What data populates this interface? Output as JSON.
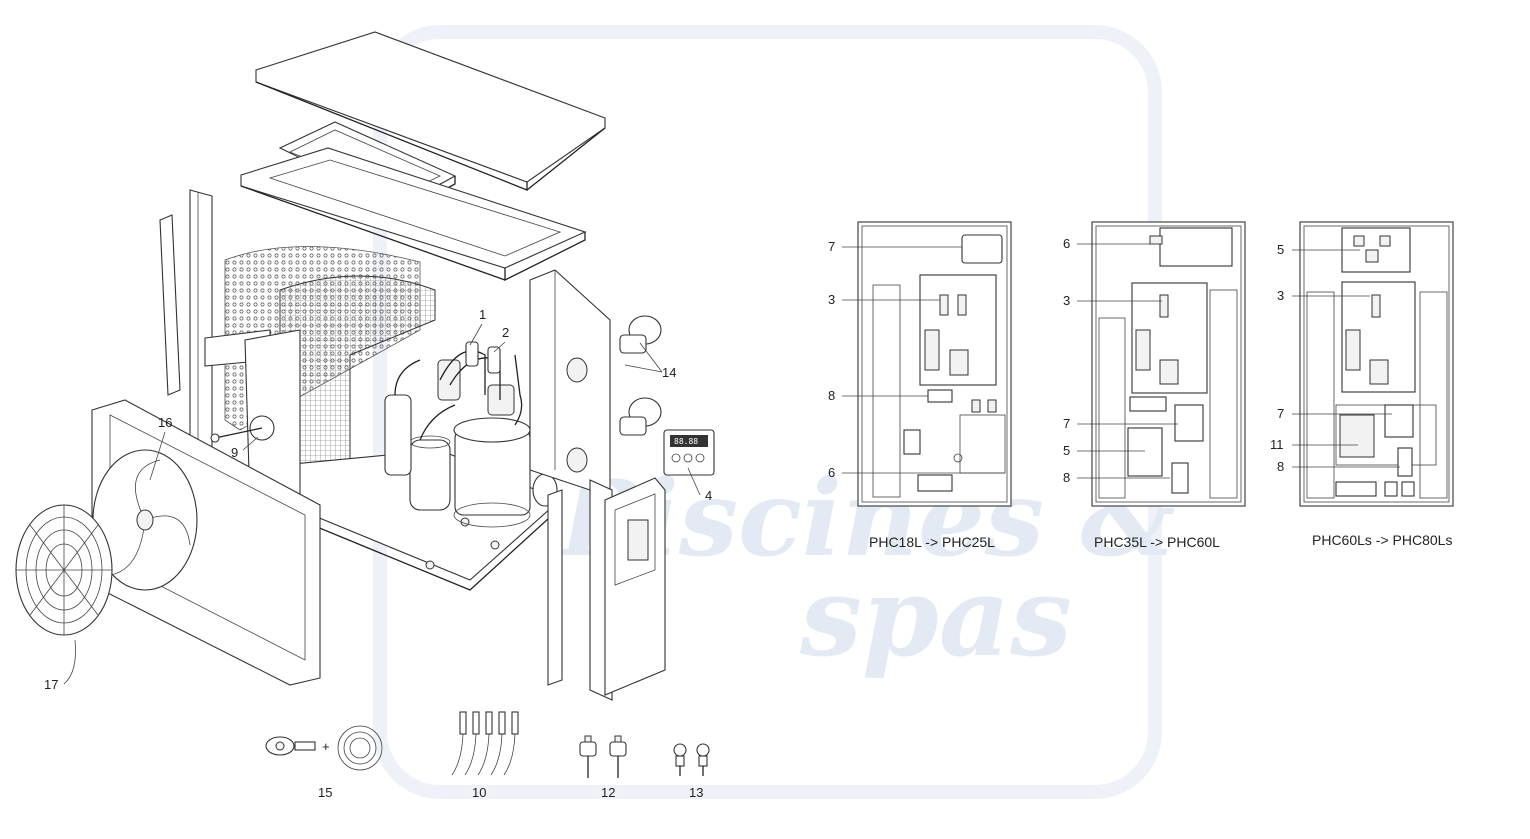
{
  "watermark": {
    "word1": "Piscines &",
    "word2": "spas",
    "color": "#e3eaf3"
  },
  "callouts": {
    "c1": "1",
    "c2": "2",
    "c4": "4",
    "c9": "9",
    "c10": "10",
    "c12": "12",
    "c13": "13",
    "c14": "14",
    "c15": "15",
    "c16": "16",
    "c17": "17"
  },
  "display": {
    "readout": "88.88"
  },
  "kit15": {
    "plus": "+"
  },
  "boards": [
    {
      "caption": "PHC18L -> PHC25L",
      "labels": {
        "l7": "7",
        "l3": "3",
        "l8": "8",
        "l6": "6"
      }
    },
    {
      "caption": "PHC35L -> PHC60L",
      "labels": {
        "l6": "6",
        "l3": "3",
        "l7": "7",
        "l5": "5",
        "l8": "8"
      }
    },
    {
      "caption": "PHC60Ls -> PHC80Ls",
      "labels": {
        "l5": "5",
        "l3": "3",
        "l7": "7",
        "l11": "11",
        "l8": "8"
      }
    }
  ]
}
